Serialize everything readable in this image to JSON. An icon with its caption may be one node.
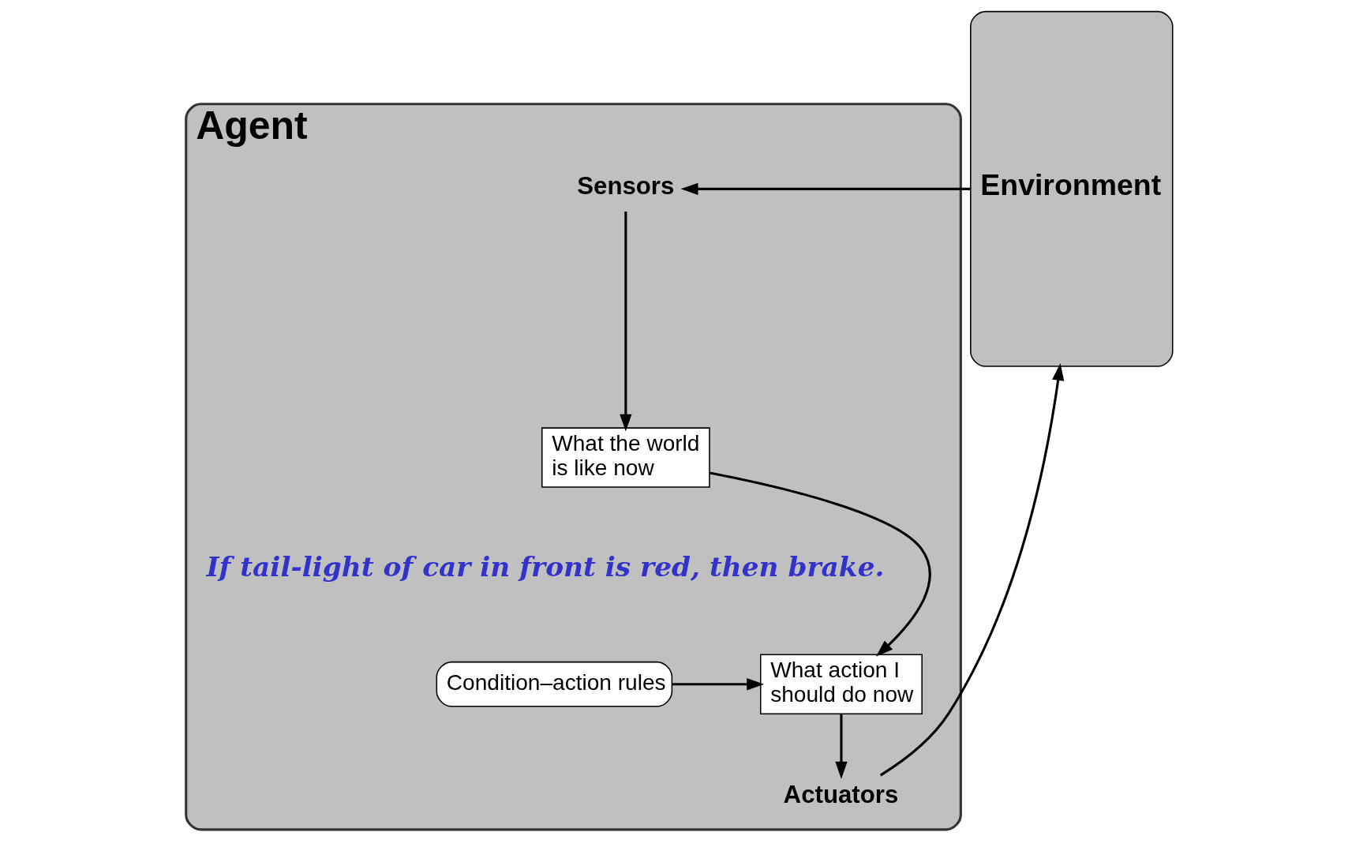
{
  "diagram": {
    "nodes": [
      {
        "text": [
          "Agent"
        ]
      },
      {
        "text": [
          "Sensors"
        ],
        "in": 0
      },
      {
        "text": [
          "What the world is like now"
        ],
        "in": 0
      },
      {
        "text": [
          "What action I should do now"
        ],
        "in": 0
      },
      {
        "text": [
          "Condition–action rules"
        ],
        "in": 0
      },
      {
        "text": [
          "Actuators"
        ],
        "in": 0
      },
      {
        "text": [
          "Environment"
        ]
      }
    ],
    "edges": [
      {
        "from": 6,
        "to": 1,
        "arrow": "to"
      },
      {
        "from": 1,
        "to": 2,
        "arrow": "to"
      },
      {
        "from": 2,
        "to": 3,
        "arrow": "to"
      },
      {
        "from": 4,
        "to": 3,
        "arrow": "to"
      },
      {
        "from": 3,
        "to": 5,
        "arrow": "to"
      },
      {
        "from": 5,
        "to": 6,
        "arrow": "to"
      }
    ],
    "labels": [
      "If tail-light of car in front is red, then brake."
    ]
  }
}
